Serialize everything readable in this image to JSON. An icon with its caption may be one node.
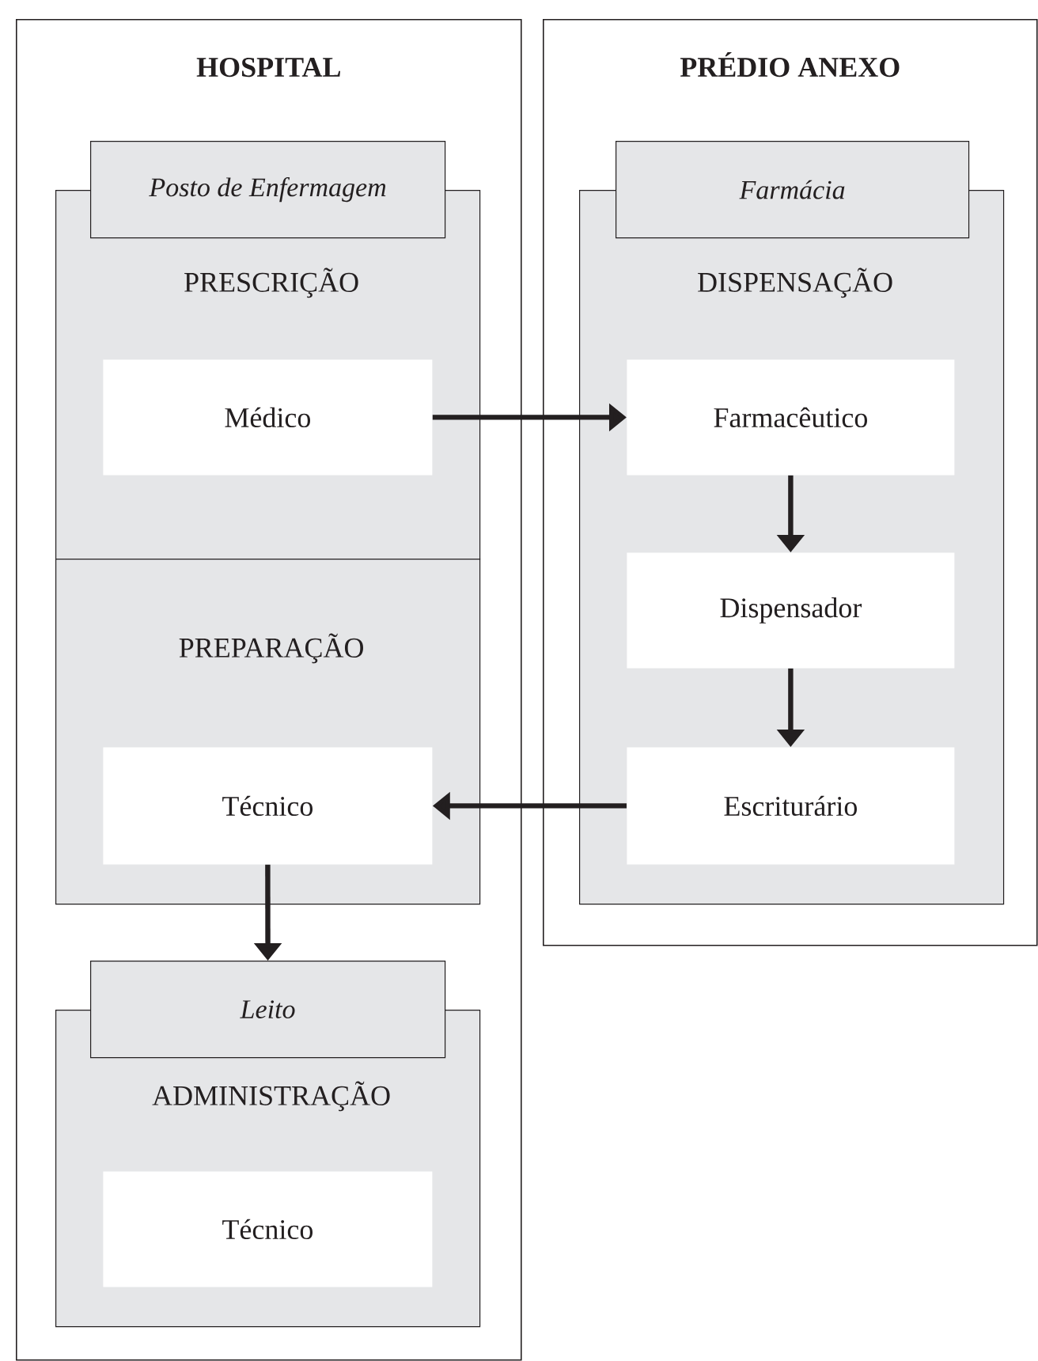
{
  "diagram": {
    "nodes": [
      {
        "text": [
          "HOSPITAL"
        ]
      },
      {
        "text": [
          "Posto de Enfermagem"
        ],
        "in": 0
      },
      {
        "text": [
          "PRESCRIÇÃO"
        ],
        "in": 0
      },
      {
        "text": [
          "Médico"
        ],
        "in": 2
      },
      {
        "text": [
          "PREPARAÇÃO"
        ],
        "in": 0
      },
      {
        "text": [
          "Técnico"
        ],
        "in": 4
      },
      {
        "text": [
          "Leito"
        ],
        "in": 0
      },
      {
        "text": [
          "ADMINISTRAÇÃO"
        ],
        "in": 0
      },
      {
        "text": [
          "Técnico"
        ],
        "in": 7
      },
      {
        "text": [
          "PRÉDIO ANEXO"
        ]
      },
      {
        "text": [
          "Farmácia"
        ],
        "in": 9
      },
      {
        "text": [
          "DISPENSAÇÃO"
        ],
        "in": 9
      },
      {
        "text": [
          "Farmacêutico"
        ],
        "in": 11
      },
      {
        "text": [
          "Dispensador"
        ],
        "in": 11
      },
      {
        "text": [
          "Escriturário"
        ],
        "in": 11
      }
    ],
    "edges": [
      {
        "from": 3,
        "to": 12,
        "arrow": "to"
      },
      {
        "from": 12,
        "to": 13,
        "arrow": "to"
      },
      {
        "from": 13,
        "to": 14,
        "arrow": "to"
      },
      {
        "from": 14,
        "to": 5,
        "arrow": "to"
      },
      {
        "from": 5,
        "to": 6,
        "arrow": "to"
      }
    ]
  }
}
